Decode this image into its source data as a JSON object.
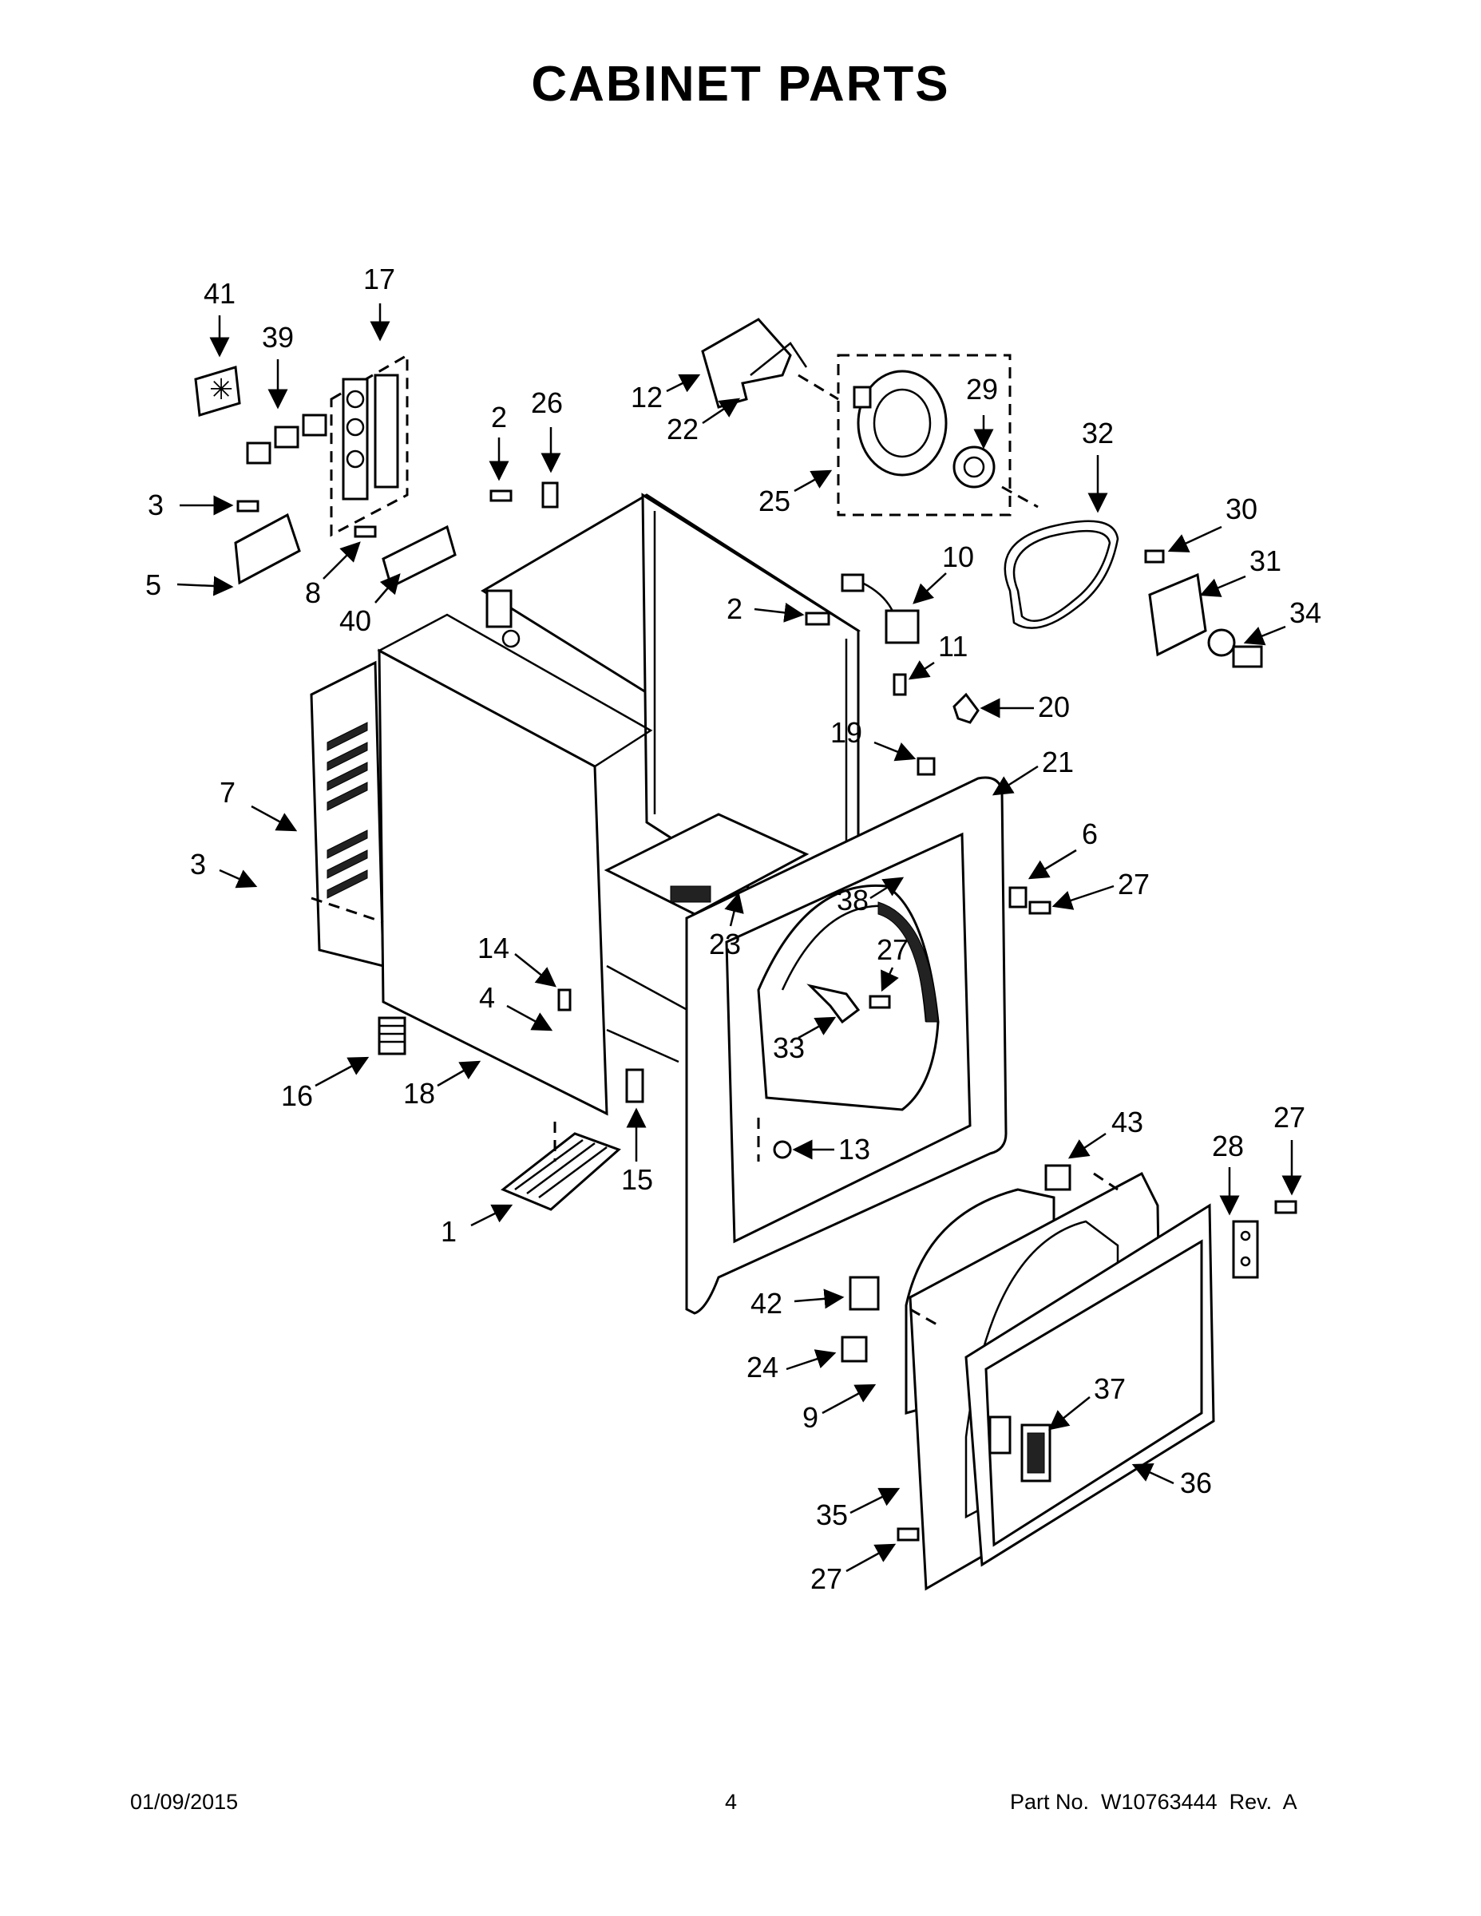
{
  "title": "CABINET PARTS",
  "footer": {
    "date": "01/09/2015",
    "page": "4",
    "part_no": "Part No.  W10763444  Rev.  A"
  },
  "callouts": [
    "1",
    "2",
    "2",
    "3",
    "3",
    "4",
    "5",
    "6",
    "7",
    "8",
    "9",
    "10",
    "11",
    "12",
    "13",
    "14",
    "15",
    "16",
    "17",
    "18",
    "19",
    "20",
    "21",
    "22",
    "23",
    "24",
    "25",
    "26",
    "27",
    "27",
    "27",
    "27",
    "27",
    "28",
    "29",
    "30",
    "31",
    "32",
    "33",
    "34",
    "35",
    "36",
    "37",
    "38",
    "39",
    "40",
    "41",
    "42",
    "43"
  ]
}
